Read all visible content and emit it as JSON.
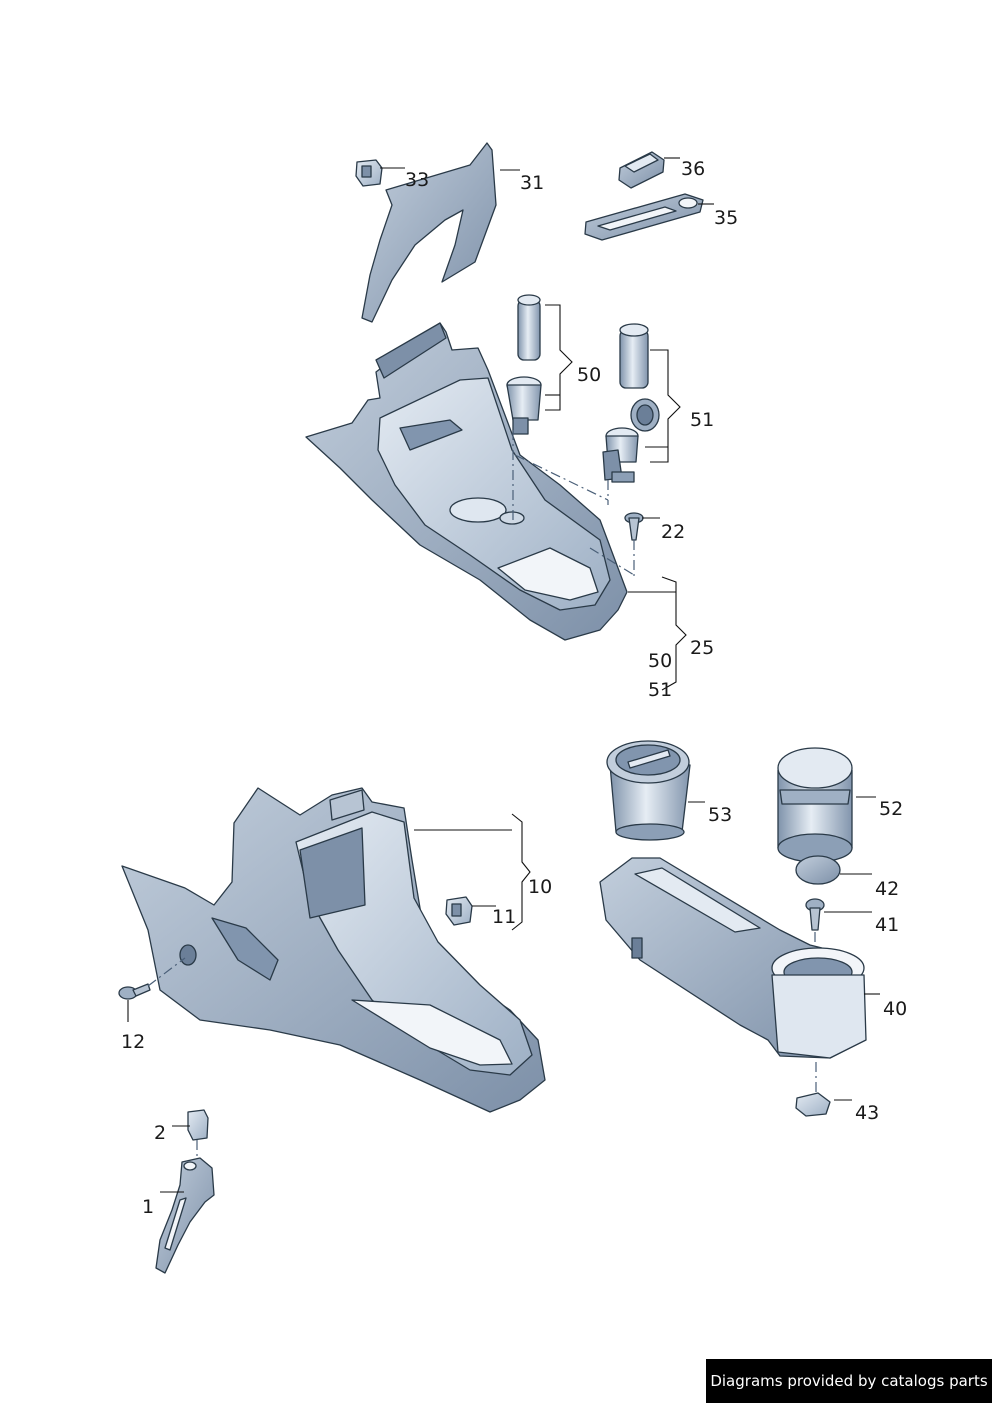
{
  "labels": {
    "p1": "1",
    "p2": "2",
    "p10": "10",
    "p11": "11",
    "p12": "12",
    "p22": "22",
    "p25": "25",
    "p31": "31",
    "p33": "33",
    "p35": "35",
    "p36": "36",
    "p40": "40",
    "p41": "41",
    "p42": "42",
    "p43": "43",
    "p50a": "50",
    "p50b": "50",
    "p51a": "51",
    "p51b": "51",
    "p52": "52",
    "p53": "53"
  },
  "footer": {
    "text": "Diagrams provided by catalogs parts"
  },
  "colors": {
    "part_fill_light": "#cbd6e3",
    "part_fill_mid": "#9fb0c4",
    "part_fill_dark": "#6b7f98",
    "outline": "#2a3a48",
    "footer_bg": "#000000",
    "footer_text": "#ffffff"
  }
}
